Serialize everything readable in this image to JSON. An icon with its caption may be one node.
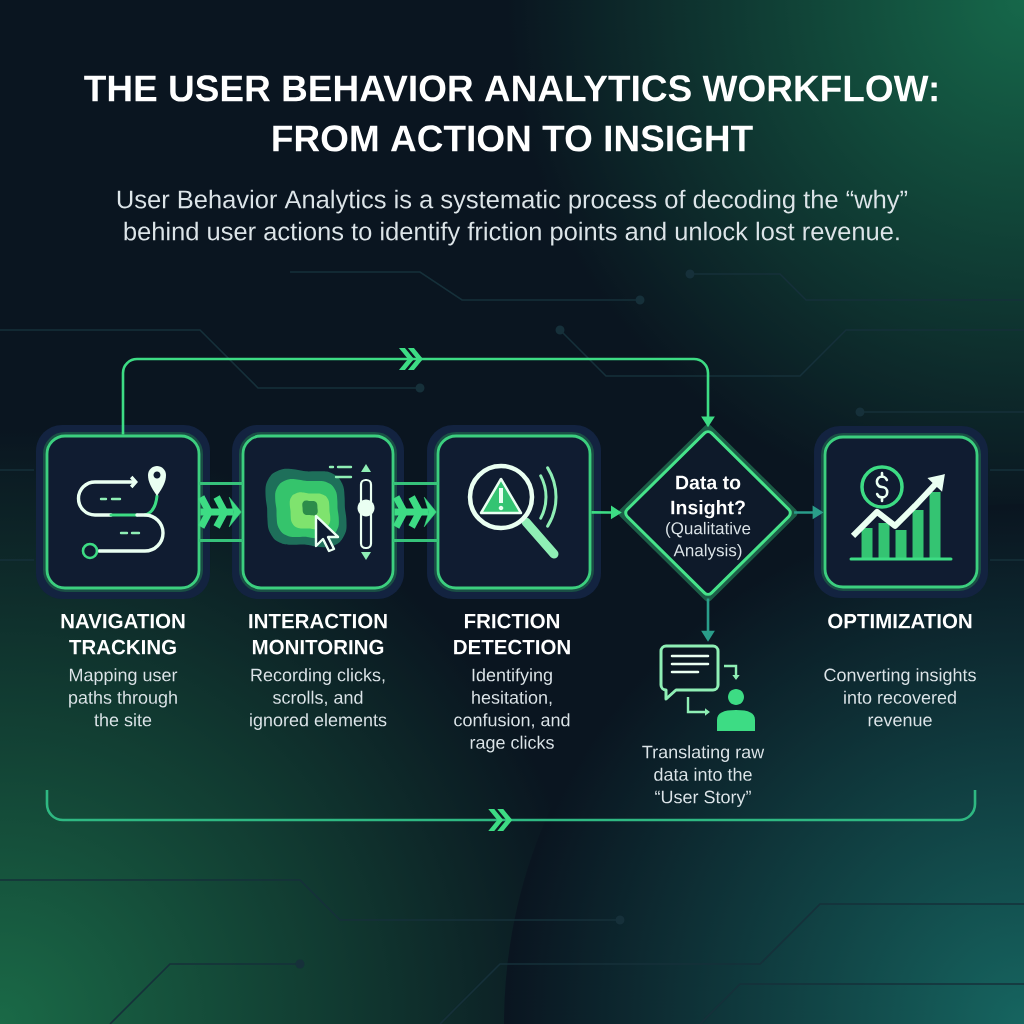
{
  "diagram": {
    "title": "THE USER BEHAVIOR ANALYTICS WORKFLOW: FROM ACTION TO INSIGHT",
    "nodes": [
      {
        "text": [
          "NAVIGATION TRACKING",
          "Mapping user paths through the site"
        ]
      },
      {
        "text": [
          "INTERACTION MONITORING",
          "Recording clicks, scrolls, and ignored elements"
        ]
      },
      {
        "text": [
          "FRICTION DETECTION",
          "Identifying hesitation, confusion, and rage clicks"
        ]
      },
      {
        "text": [
          "Data to Insight?",
          "(Qualitative Analysis)"
        ]
      },
      {
        "text": [],
        "shape": "picture",
        "beside": [
          "Translating raw data into the “User Story”"
        ]
      },
      {
        "text": [
          "OPTIMIZATION",
          "Converting insights into recovered revenue"
        ]
      }
    ],
    "edges": [
      {
        "from": 0,
        "to": 1,
        "arrow": "to",
        "style": "thick"
      },
      {
        "from": 1,
        "to": 2,
        "arrow": "to",
        "style": "thick"
      },
      {
        "from": 2,
        "to": 3,
        "arrow": "to",
        "color": "#3ddc84"
      },
      {
        "from": 3,
        "to": 5,
        "arrow": "to",
        "color": "#2a9d8a"
      },
      {
        "from": 3,
        "to": 4,
        "arrow": "to",
        "color": "#2a9d8a"
      },
      {
        "from": 0,
        "to": 3,
        "arrow": "to",
        "color": "#3ddc84"
      }
    ],
    "labels": [
      "User Behavior Analytics is a systematic process of decoding the “why” behind user actions to identify friction points and unlock lost revenue."
    ]
  }
}
